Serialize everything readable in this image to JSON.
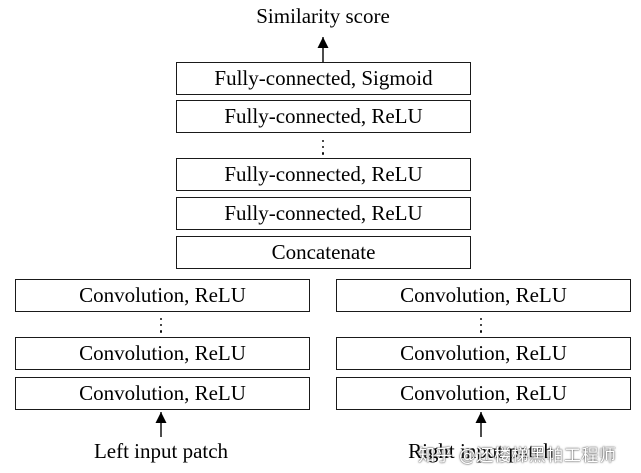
{
  "output_label": "Similarity score",
  "top_stack": [
    "Fully-connected, Sigmoid",
    "Fully-connected, ReLU",
    "Fully-connected, ReLU",
    "Fully-connected, ReLU",
    "Concatenate"
  ],
  "left_branch": {
    "layers": [
      "Convolution, ReLU",
      "Convolution, ReLU",
      "Convolution, ReLU"
    ],
    "input_label": "Left input patch"
  },
  "right_branch": {
    "layers": [
      "Convolution, ReLU",
      "Convolution, ReLU",
      "Convolution, ReLU"
    ],
    "input_label": "Right input patch"
  },
  "watermark": "知乎 @还楼梯黑帕工程师"
}
